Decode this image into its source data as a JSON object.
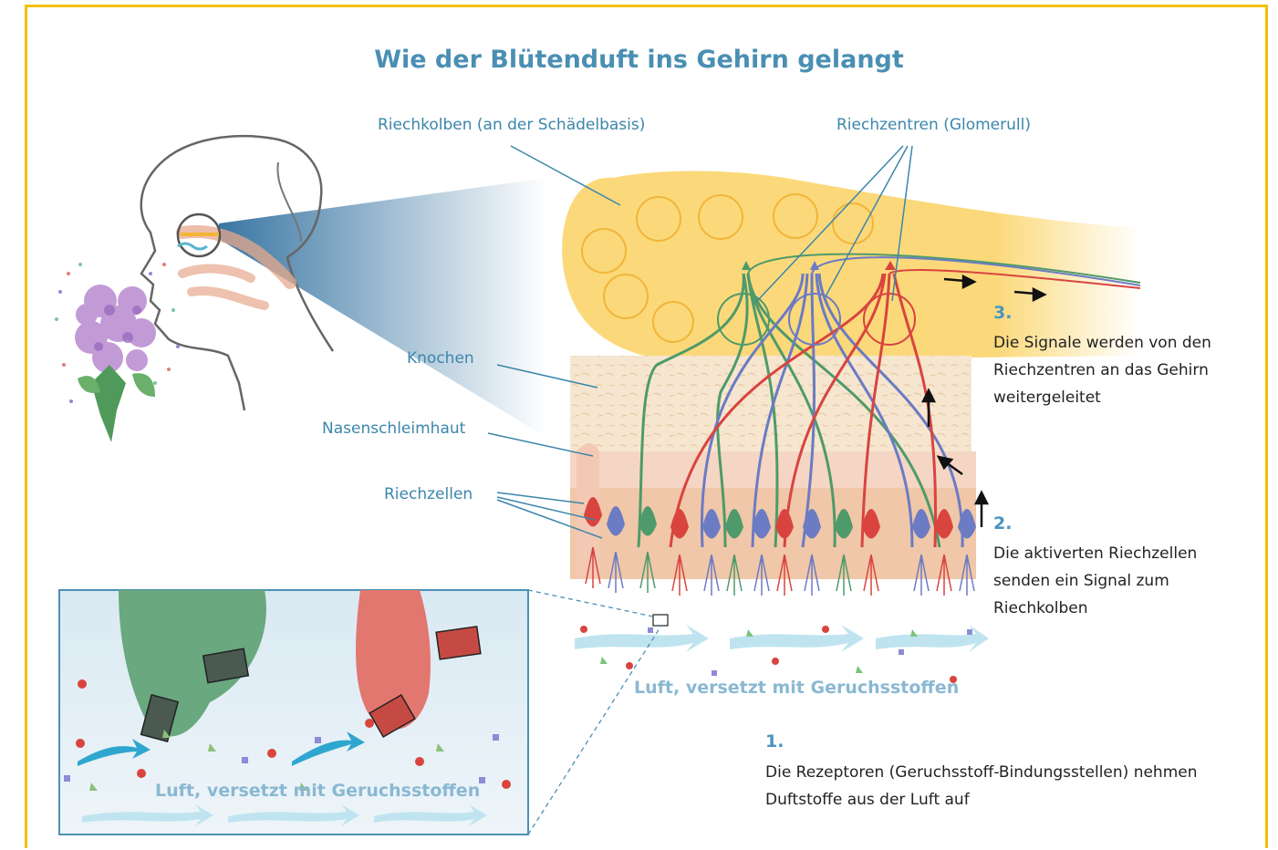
{
  "title": "Wie der Blütenduft ins Gehirn gelangt",
  "labels": {
    "olfactory_bulb": "Riechkolben (an der Schädelbasis)",
    "glomeruli": "Riechzentren (Glomerull)",
    "bone": "Knochen",
    "mucosa": "Nasenschleimhaut",
    "receptor_cells": "Riechzellen",
    "air_main": "Luft, versetzt mit Geruchsstoffen",
    "air_inset": "Luft, versetzt mit Geruchsstoffen"
  },
  "steps": [
    {
      "number": "1.",
      "text": "Die Rezeptoren (Geruchsstoff-Bindungsstellen) nehmen Duftstoffe aus der Luft auf"
    },
    {
      "number": "2.",
      "text": "Die aktiverten Riechzellen senden ein Signal zum Riechkolben"
    },
    {
      "number": "3.",
      "text": "Die Signale werden von den Riechzentren an das Gehirn weitergeleitet"
    }
  ],
  "colors": {
    "frame": "#f2c100",
    "title": "#4a8fb3",
    "label": "#3b86ab",
    "bulb": "#fbd97a",
    "neuron_red": "#d9443f",
    "neuron_green": "#4f9a6a",
    "neuron_blue": "#6b7bc4"
  }
}
